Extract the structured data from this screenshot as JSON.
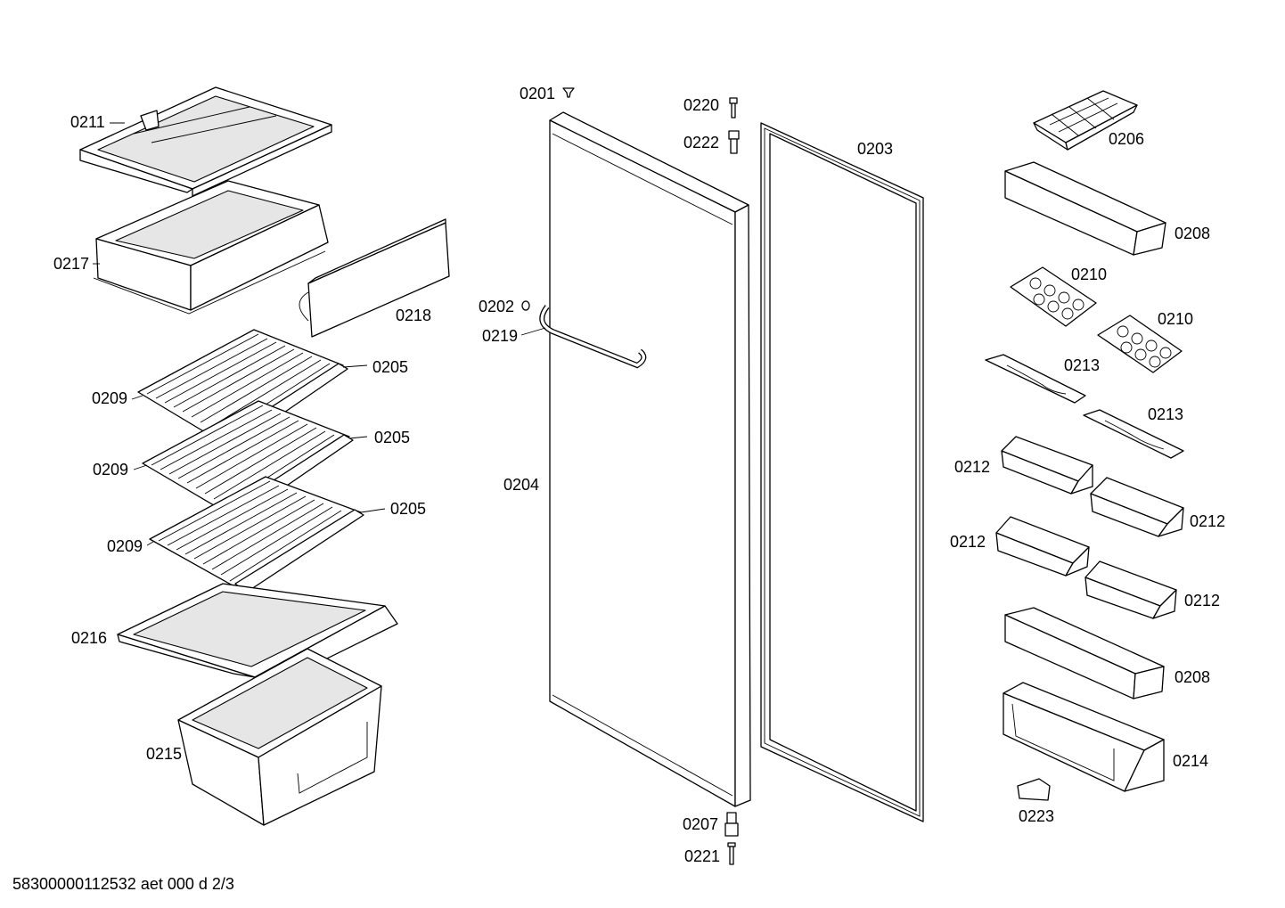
{
  "labels": {
    "p0201": "0201",
    "p0202": "0202",
    "p0203": "0203",
    "p0204": "0204",
    "p0205": "0205",
    "p0206": "0206",
    "p0207": "0207",
    "p0208": "0208",
    "p0209": "0209",
    "p0210": "0210",
    "p0211": "0211",
    "p0212": "0212",
    "p0213": "0213",
    "p0214": "0214",
    "p0215": "0215",
    "p0216": "0216",
    "p0217": "0217",
    "p0218": "0218",
    "p0219": "0219",
    "p0220": "0220",
    "p0221": "0221",
    "p0222": "0222",
    "p0223": "0223"
  },
  "footer": "58300000112532 aet 000 d 2/3"
}
